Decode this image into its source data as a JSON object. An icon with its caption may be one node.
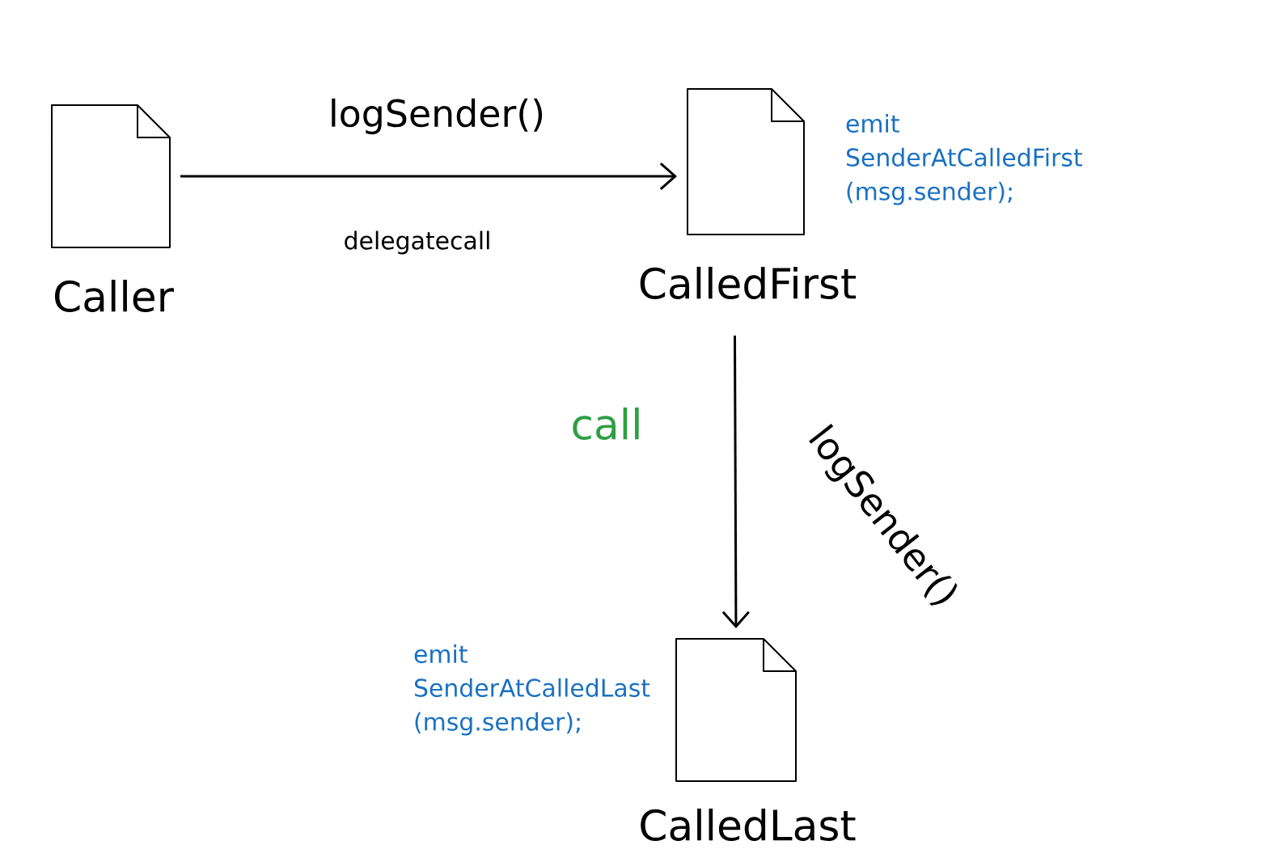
{
  "diagram": {
    "nodes": [
      {
        "text": [
          "Caller"
        ]
      },
      {
        "text": [
          "CalledFirst"
        ],
        "beside": [
          "emit SenderAtCalledFirst (msg.sender);"
        ]
      },
      {
        "text": [
          "CalledLast"
        ],
        "beside": [
          "emit SenderAtCalledLast (msg.sender);"
        ]
      }
    ],
    "edges": [
      {
        "from": 0,
        "to": 1,
        "arrow": "to",
        "label": "logSender()"
      },
      {
        "from": 1,
        "to": 2,
        "arrow": "to",
        "label": "logSender()"
      }
    ],
    "labels": [
      "delegatecall",
      "call"
    ]
  }
}
